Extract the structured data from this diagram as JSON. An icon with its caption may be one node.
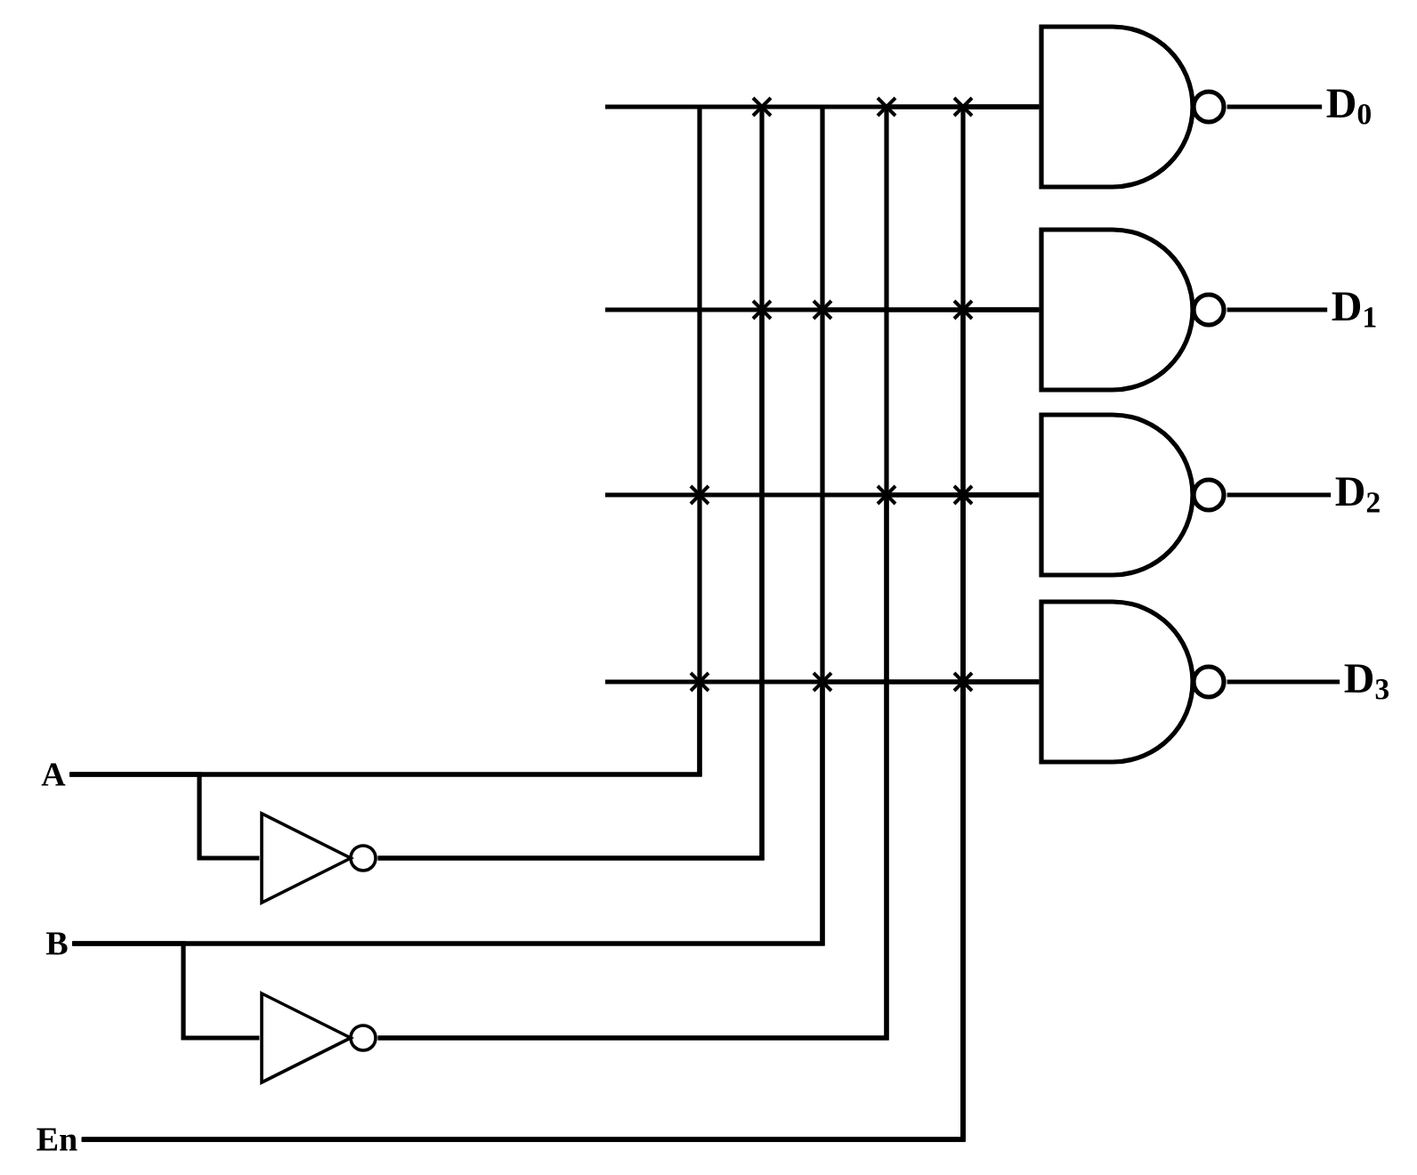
{
  "diagram": {
    "nodes": [
      {
        "text": [
          "A"
        ]
      },
      {
        "text": [
          "B"
        ]
      },
      {
        "text": [
          "En"
        ]
      },
      {
        "text": [],
        "shape": "triangle"
      },
      {
        "text": [],
        "shape": "triangle"
      },
      {
        "text": [],
        "shape": "gate"
      },
      {
        "text": [],
        "shape": "gate"
      },
      {
        "text": [],
        "shape": "gate"
      },
      {
        "text": [],
        "shape": "gate"
      },
      {
        "text": [
          "D$_{0}$"
        ]
      },
      {
        "text": [
          "D$_{1}$"
        ]
      },
      {
        "text": [
          "D$_{2}$"
        ]
      },
      {
        "text": [
          "D$_{3}$"
        ]
      }
    ],
    "edges": [
      {
        "from": 0,
        "to": 3,
        "arrow": "none"
      },
      {
        "from": 1,
        "to": 4,
        "arrow": "none"
      },
      {
        "from": 3,
        "to": 5,
        "arrow": "none"
      },
      {
        "from": 3,
        "to": 6,
        "arrow": "none"
      },
      {
        "from": 4,
        "to": 5,
        "arrow": "none"
      },
      {
        "from": 4,
        "to": 7,
        "arrow": "none"
      },
      {
        "from": 0,
        "to": 7,
        "arrow": "none"
      },
      {
        "from": 0,
        "to": 8,
        "arrow": "none"
      },
      {
        "from": 1,
        "to": 6,
        "arrow": "none"
      },
      {
        "from": 1,
        "to": 8,
        "arrow": "none"
      },
      {
        "from": 2,
        "to": 5,
        "arrow": "none"
      },
      {
        "from": 2,
        "to": 6,
        "arrow": "none"
      },
      {
        "from": 2,
        "to": 7,
        "arrow": "none"
      },
      {
        "from": 2,
        "to": 8,
        "arrow": "none"
      },
      {
        "from": 5,
        "to": 9,
        "arrow": "none"
      },
      {
        "from": 6,
        "to": 10,
        "arrow": "none"
      },
      {
        "from": 7,
        "to": 11,
        "arrow": "none"
      },
      {
        "from": 8,
        "to": 12,
        "arrow": "none"
      }
    ]
  }
}
